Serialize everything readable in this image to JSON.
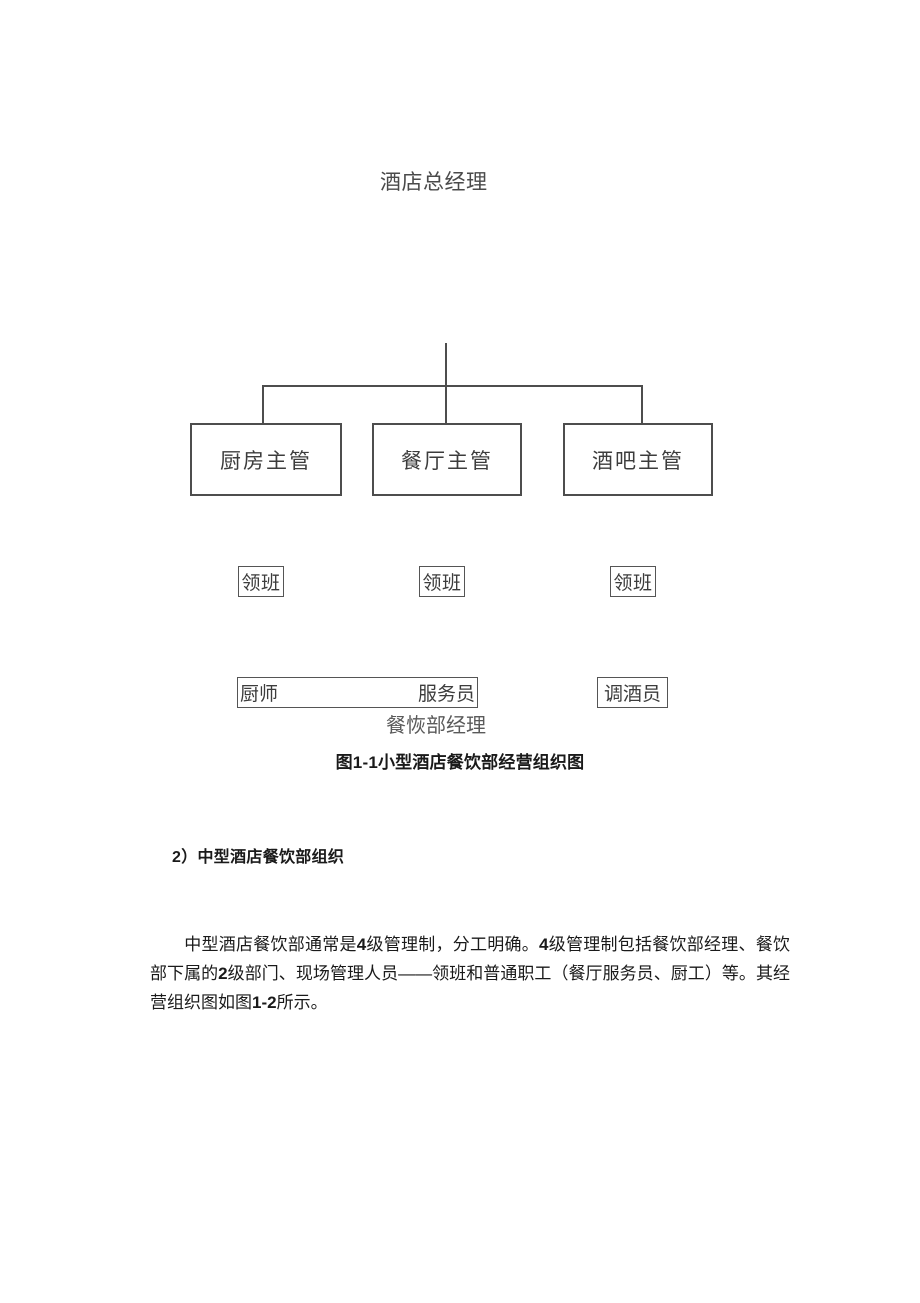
{
  "document": {
    "org_chart": {
      "root": {
        "label": "酒店总经理"
      },
      "level1": [
        {
          "label": "厨房主管"
        },
        {
          "label": "餐厅主管"
        },
        {
          "label": "酒吧主管"
        }
      ],
      "level2": [
        {
          "label": "领班"
        },
        {
          "label": "领班"
        },
        {
          "label": "领班"
        }
      ],
      "level3": [
        {
          "label": "厨师"
        },
        {
          "label": "服务员"
        },
        {
          "label": "调酒员"
        }
      ],
      "overlay_label": "餐恢部经理",
      "caption": "图1-1小型酒店餐饮部经营组织图"
    },
    "section_heading": "2）中型酒店餐饮部组织",
    "paragraph": {
      "line1": "中型酒店餐饮部通常是",
      "b1": "4",
      "line2": "级管理制，分工明确。",
      "b2": "4",
      "line3": "级管理制包括餐饮部经理、餐饮部下属的",
      "b3": "2",
      "line4": "级部门、现场管理人员——领班和普通职工（餐厅服务员、厨工）等。其经营组织图如图",
      "b4": "1-2",
      "line5": "所示。"
    }
  }
}
